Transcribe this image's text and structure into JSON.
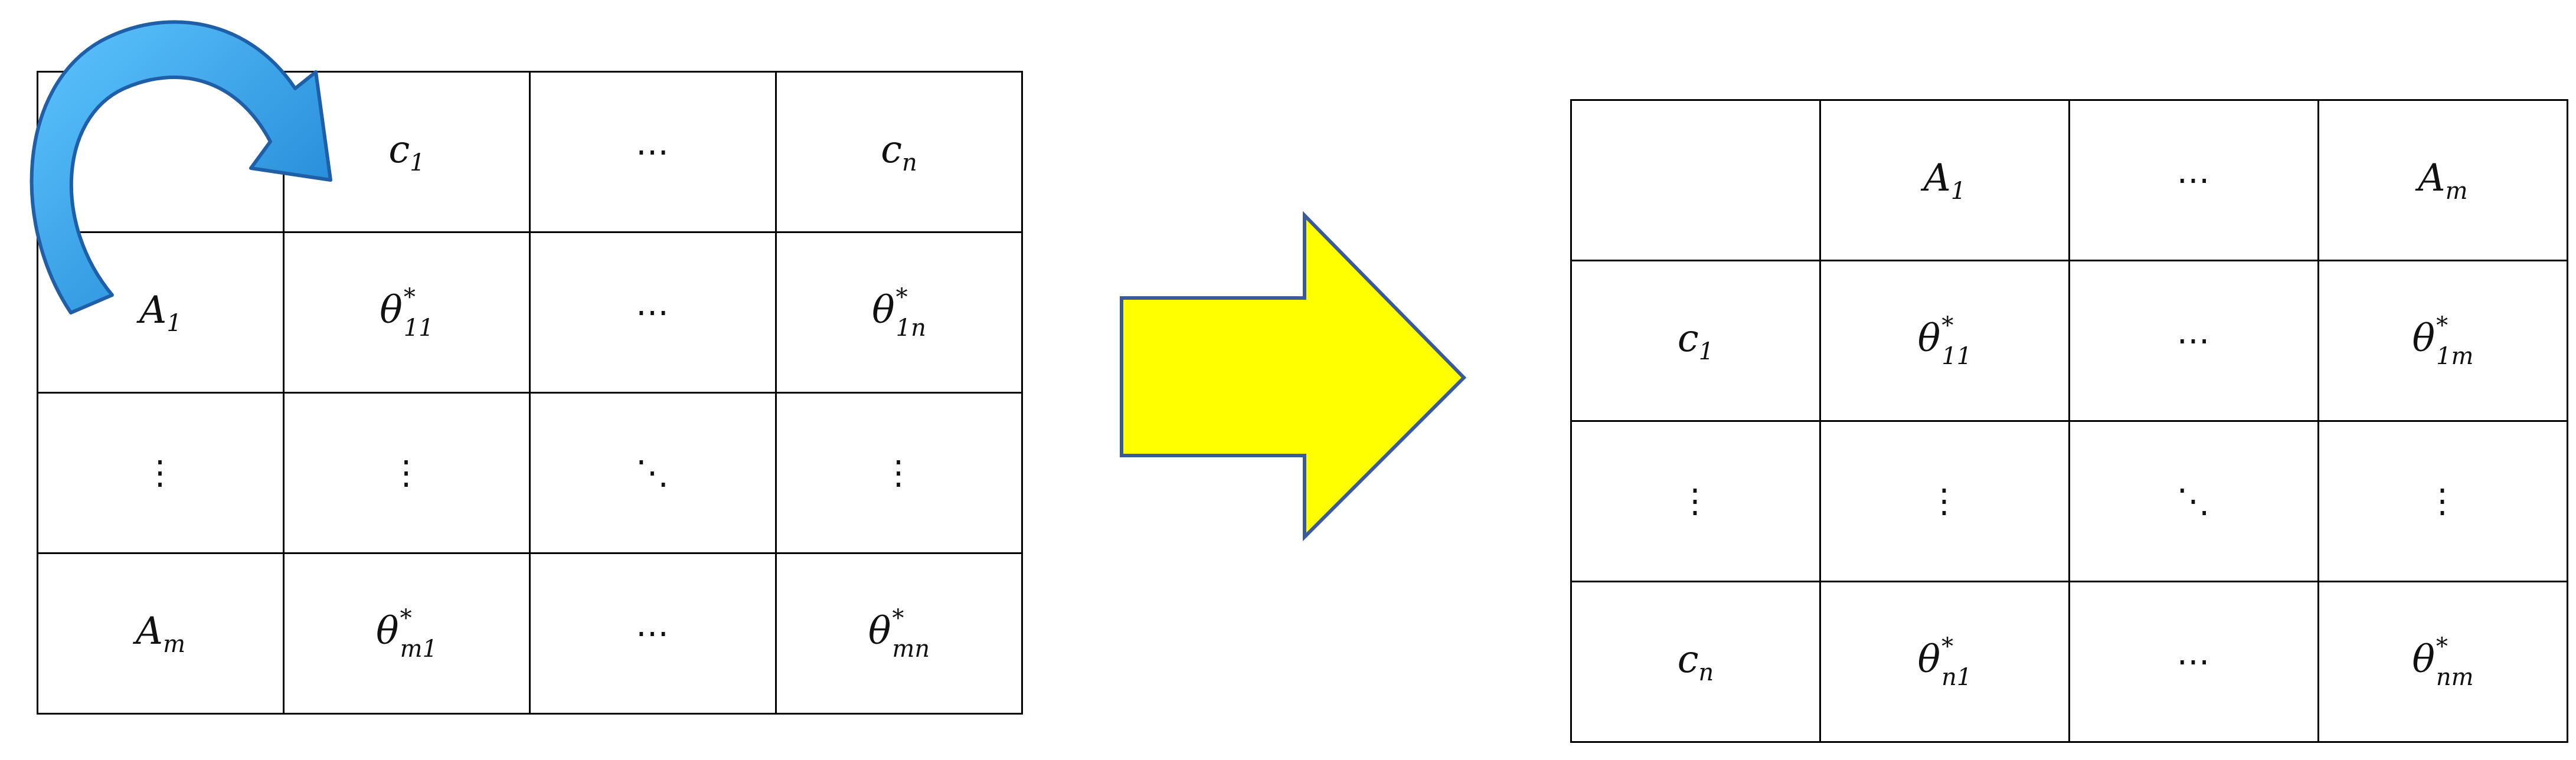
{
  "left_matrix": {
    "rows": [
      [
        {
          "kind": "empty"
        },
        {
          "kind": "sym",
          "base": "c",
          "sub": "1"
        },
        {
          "kind": "text",
          "text": "⋯"
        },
        {
          "kind": "sym",
          "base": "c",
          "sub": "n"
        }
      ],
      [
        {
          "kind": "sym",
          "base": "A",
          "sub": "1"
        },
        {
          "kind": "sym",
          "base": "θ",
          "sub": "11",
          "sup": "*"
        },
        {
          "kind": "text",
          "text": "⋯"
        },
        {
          "kind": "sym",
          "base": "θ",
          "sub": "1n",
          "sup": "*"
        }
      ],
      [
        {
          "kind": "text",
          "text": "⋮"
        },
        {
          "kind": "text",
          "text": "⋮"
        },
        {
          "kind": "text",
          "text": "⋱"
        },
        {
          "kind": "text",
          "text": "⋮"
        }
      ],
      [
        {
          "kind": "sym",
          "base": "A",
          "sub": "m"
        },
        {
          "kind": "sym",
          "base": "θ",
          "sub": "m1",
          "sup": "*"
        },
        {
          "kind": "text",
          "text": "⋯"
        },
        {
          "kind": "sym",
          "base": "θ",
          "sub": "mn",
          "sup": "*"
        }
      ]
    ]
  },
  "right_matrix": {
    "rows": [
      [
        {
          "kind": "empty"
        },
        {
          "kind": "sym",
          "base": "A",
          "sub": "1"
        },
        {
          "kind": "text",
          "text": "⋯"
        },
        {
          "kind": "sym",
          "base": "A",
          "sub": "m"
        }
      ],
      [
        {
          "kind": "sym",
          "base": "c",
          "sub": "1"
        },
        {
          "kind": "sym",
          "base": "θ",
          "sub": "11",
          "sup": "*"
        },
        {
          "kind": "text",
          "text": "⋯"
        },
        {
          "kind": "sym",
          "base": "θ",
          "sub": "1m",
          "sup": "*"
        }
      ],
      [
        {
          "kind": "text",
          "text": "⋮"
        },
        {
          "kind": "text",
          "text": "⋮"
        },
        {
          "kind": "text",
          "text": "⋱"
        },
        {
          "kind": "text",
          "text": "⋮"
        }
      ],
      [
        {
          "kind": "sym",
          "base": "c",
          "sub": "n"
        },
        {
          "kind": "sym",
          "base": "θ",
          "sub": "n1",
          "sup": "*"
        },
        {
          "kind": "text",
          "text": "⋯"
        },
        {
          "kind": "sym",
          "base": "θ",
          "sub": "nm",
          "sup": "*"
        }
      ]
    ]
  },
  "colors": {
    "transform_arrow_fill": "#ffff00",
    "transform_arrow_stroke": "#3a5a9c",
    "curved_arrow_fill": "#1f9be0",
    "curved_arrow_stroke": "#1f5fa8",
    "grid_line": "#000000"
  },
  "icons": {
    "transform_arrow": "block-right-arrow",
    "curved_arrow": "curved-transpose-arrow"
  }
}
